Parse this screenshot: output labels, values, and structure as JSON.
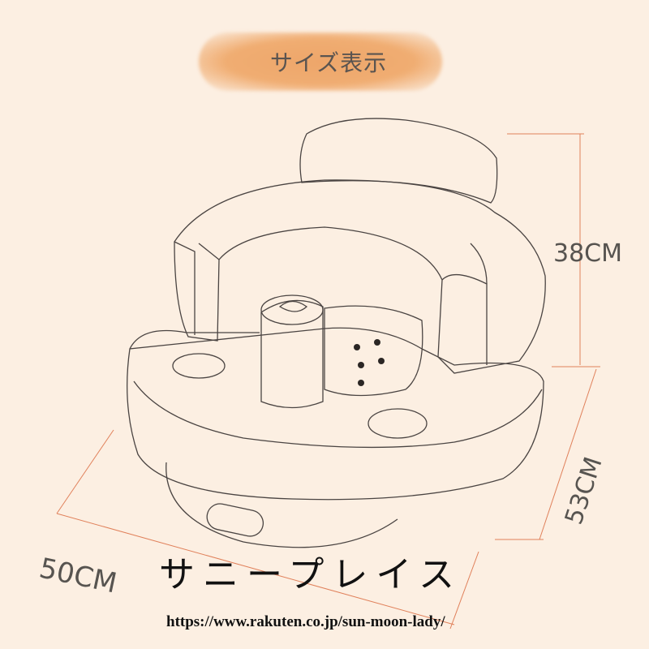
{
  "header": {
    "title": "サイズ表示"
  },
  "dimensions": {
    "height": "38CM",
    "depth": "53CM",
    "width": "50CM"
  },
  "brand": "サニープレイス",
  "url": "https://www.rakuten.co.jp/sun-moon-lady/",
  "colors": {
    "background": "#fcefe2",
    "accent": "#eea66a",
    "dimension_line": "#e0805a"
  }
}
